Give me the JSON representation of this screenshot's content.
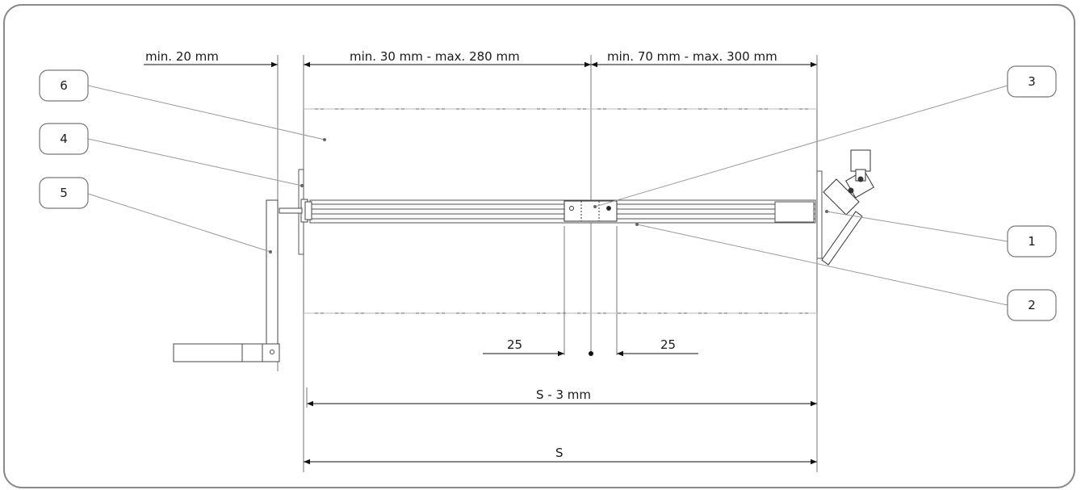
{
  "dimensions": {
    "left_clearance": "min. 20 mm",
    "middle_range": "min. 30 mm - max. 280 mm",
    "right_range": "min. 70 mm - max. 300 mm",
    "offset_left": "25",
    "offset_right": "25",
    "inner_width": "S - 3 mm",
    "total_width": "S"
  },
  "callouts": [
    "1",
    "2",
    "3",
    "4",
    "5",
    "6"
  ],
  "colors": {
    "frame": "#8a8a8a",
    "line": "#555555",
    "leader": "#9a9a9a",
    "arrow": "#111111"
  }
}
